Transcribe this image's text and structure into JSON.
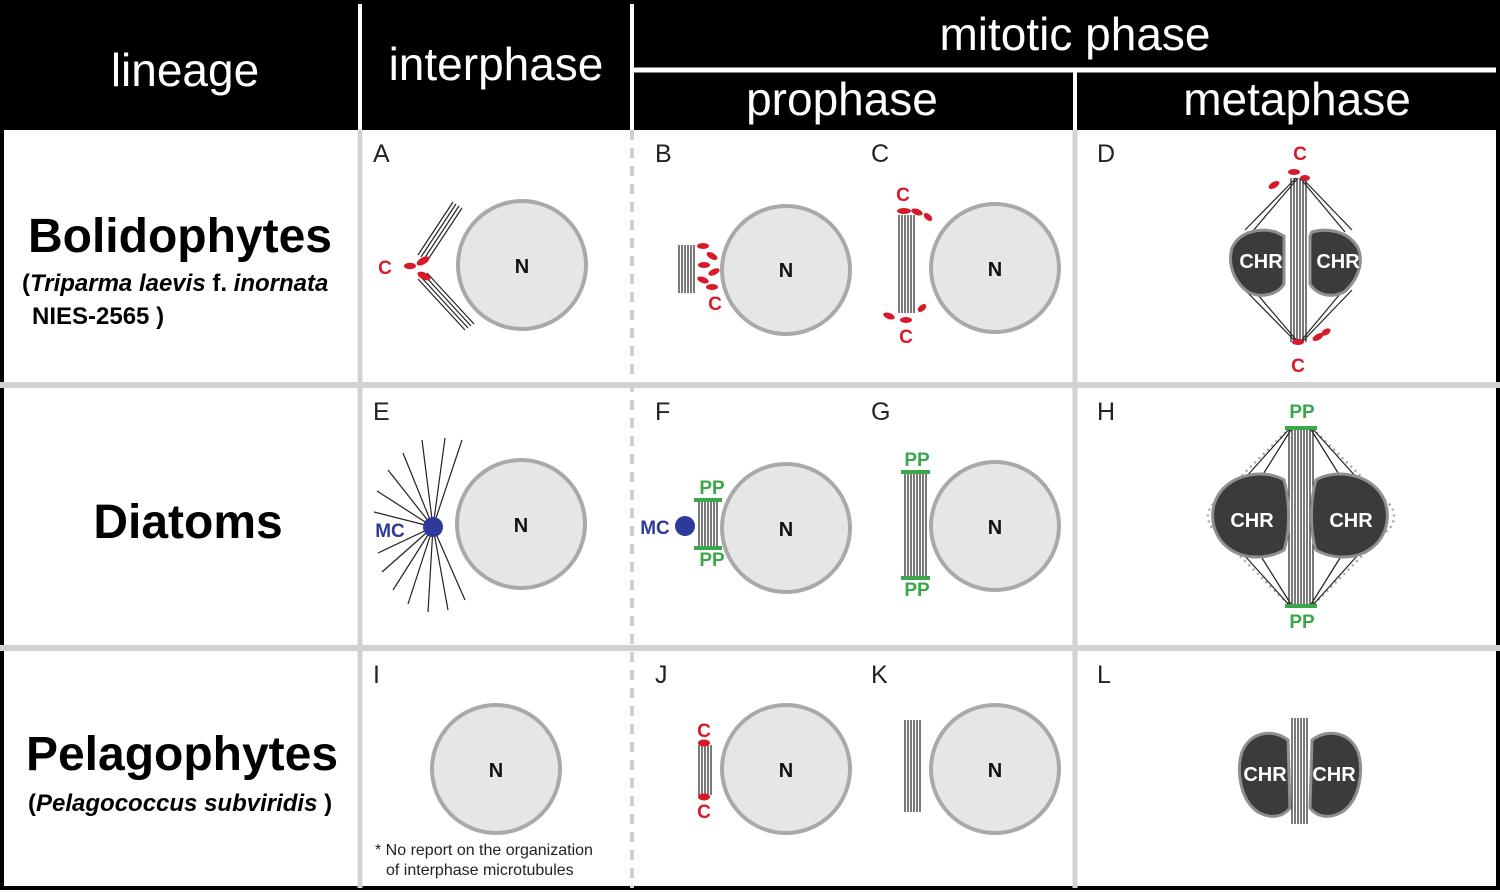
{
  "headers": {
    "lineage": "lineage",
    "interphase": "interphase",
    "mitotic_phase": "mitotic phase",
    "prophase": "prophase",
    "metaphase": "metaphase"
  },
  "rows": [
    {
      "name": "Bolidophytes",
      "species_open": "(",
      "species_italic": "Triparma laevis",
      "species_mid": " f. ",
      "species_italic2": "inornata",
      "species_line2": "NIES-2565 )"
    },
    {
      "name": "Diatoms"
    },
    {
      "name": "Pelagophytes",
      "species_open": "(",
      "species_italic": "Pelagococcus subviridis",
      "species_close": " )"
    }
  ],
  "panels": [
    "A",
    "B",
    "C",
    "D",
    "E",
    "F",
    "G",
    "H",
    "I",
    "J",
    "K",
    "L"
  ],
  "labels": {
    "nucleus": "N",
    "centriole": "C",
    "polar_plate": "PP",
    "mtoc": "MC",
    "chromosome": "CHR"
  },
  "note": {
    "line1": "* No report on the organization",
    "line2": "of interphase microtubules"
  },
  "colors": {
    "header_bg": "#000000",
    "centriole": "#d71a2a",
    "polar_plate": "#3aa84a",
    "mtoc": "#2d3a9a",
    "chromosome": "#3b3b3b",
    "nucleus": "#e6e6e6"
  }
}
